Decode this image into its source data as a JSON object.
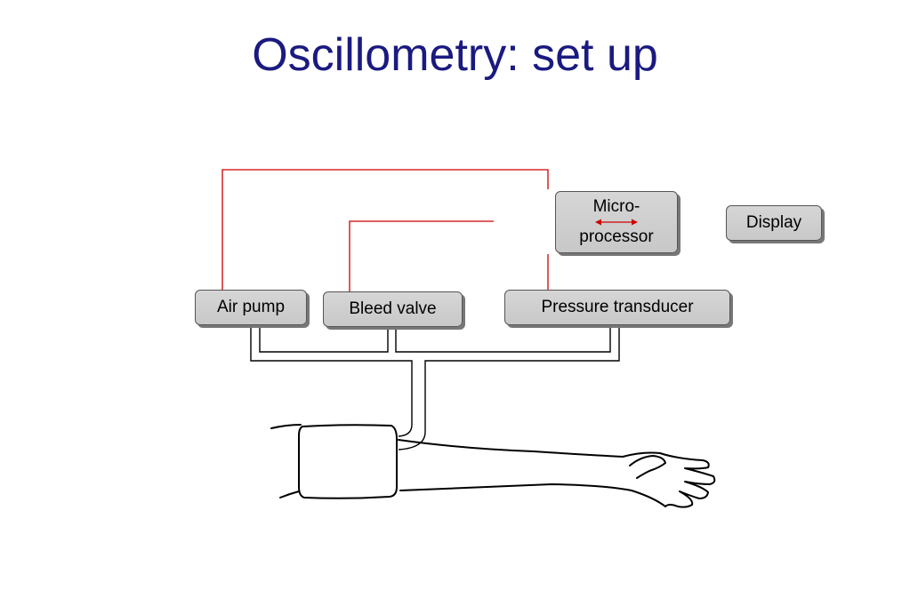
{
  "title": "Oscillometry: set up",
  "components": {
    "air_pump": "Air pump",
    "bleed_valve": "Bleed valve",
    "pressure_transducer": "Pressure transducer",
    "microprocessor_line1": "Micro-",
    "microprocessor_line2": "processor",
    "display": "Display"
  },
  "colors": {
    "title": "#1a1a80",
    "wire": "#cc0000",
    "box_fill": "#cccccc",
    "tube": "#000000"
  }
}
